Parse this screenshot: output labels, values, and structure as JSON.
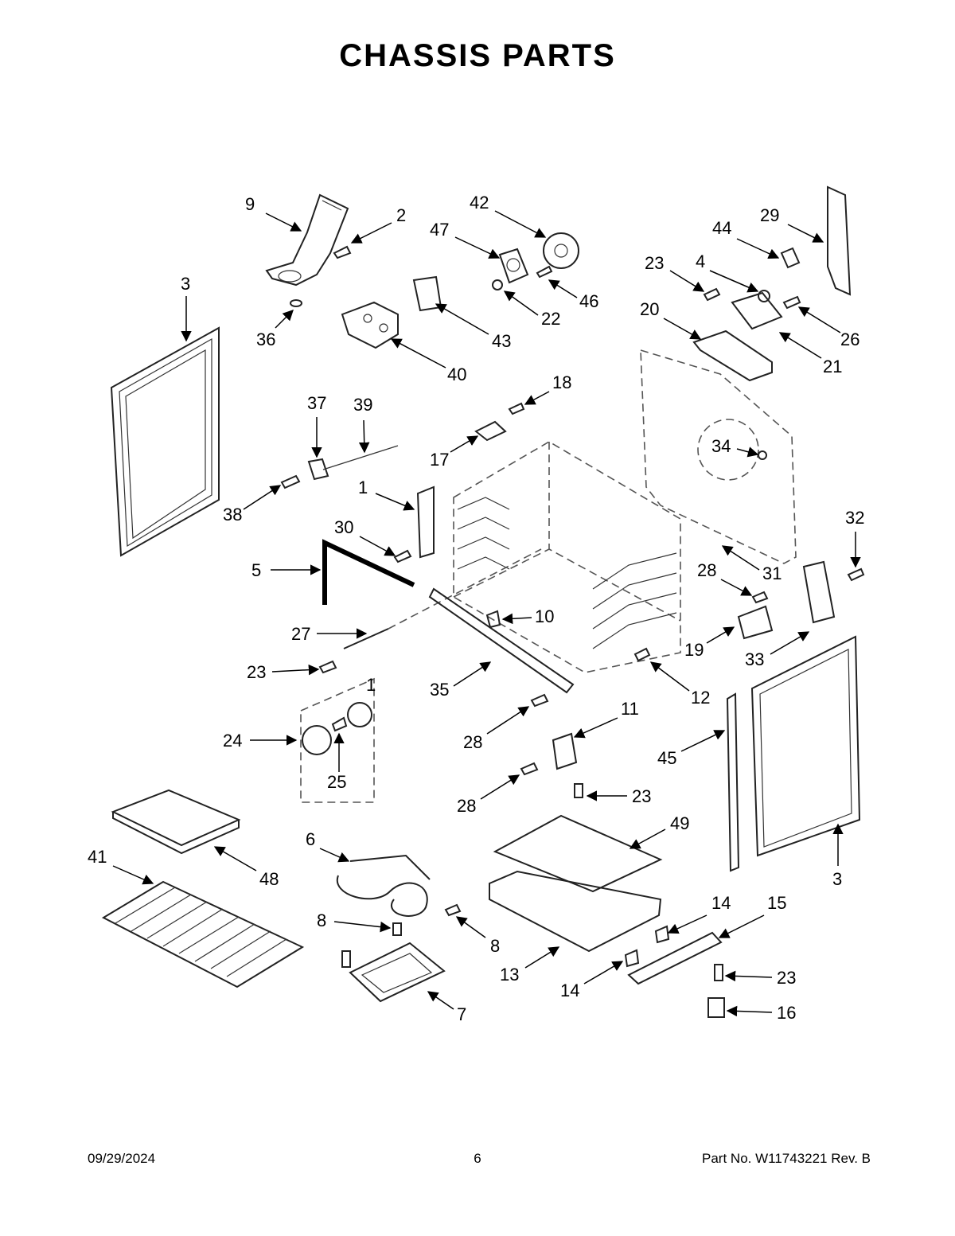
{
  "title": "CHASSIS PARTS",
  "footer": {
    "date": "09/29/2024",
    "page": "6",
    "part_no": "Part No.  W11743221  Rev.  B"
  },
  "callouts": [
    {
      "id": "c9",
      "label": "9"
    },
    {
      "id": "c2",
      "label": "2"
    },
    {
      "id": "c42",
      "label": "42"
    },
    {
      "id": "c47",
      "label": "47"
    },
    {
      "id": "c29",
      "label": "29"
    },
    {
      "id": "c44",
      "label": "44"
    },
    {
      "id": "c3a",
      "label": "3"
    },
    {
      "id": "c23a",
      "label": "23"
    },
    {
      "id": "c4",
      "label": "4"
    },
    {
      "id": "c46",
      "label": "46"
    },
    {
      "id": "c22",
      "label": "22"
    },
    {
      "id": "c20",
      "label": "20"
    },
    {
      "id": "c26",
      "label": "26"
    },
    {
      "id": "c36",
      "label": "36"
    },
    {
      "id": "c43",
      "label": "43"
    },
    {
      "id": "c21",
      "label": "21"
    },
    {
      "id": "c40",
      "label": "40"
    },
    {
      "id": "c18",
      "label": "18"
    },
    {
      "id": "c37",
      "label": "37"
    },
    {
      "id": "c39",
      "label": "39"
    },
    {
      "id": "c34",
      "label": "34"
    },
    {
      "id": "c17",
      "label": "17"
    },
    {
      "id": "c1a",
      "label": "1"
    },
    {
      "id": "c38",
      "label": "38"
    },
    {
      "id": "c32",
      "label": "32"
    },
    {
      "id": "c30",
      "label": "30"
    },
    {
      "id": "c5",
      "label": "5"
    },
    {
      "id": "c28a",
      "label": "28"
    },
    {
      "id": "c31",
      "label": "31"
    },
    {
      "id": "c10",
      "label": "10"
    },
    {
      "id": "c27",
      "label": "27"
    },
    {
      "id": "c19",
      "label": "19"
    },
    {
      "id": "c33",
      "label": "33"
    },
    {
      "id": "c23b",
      "label": "23"
    },
    {
      "id": "c1b",
      "label": "1"
    },
    {
      "id": "c35",
      "label": "35"
    },
    {
      "id": "c12",
      "label": "12"
    },
    {
      "id": "c11",
      "label": "11"
    },
    {
      "id": "c24",
      "label": "24"
    },
    {
      "id": "c28b",
      "label": "28"
    },
    {
      "id": "c45",
      "label": "45"
    },
    {
      "id": "c25",
      "label": "25"
    },
    {
      "id": "c28c",
      "label": "28"
    },
    {
      "id": "c23c",
      "label": "23"
    },
    {
      "id": "c49",
      "label": "49"
    },
    {
      "id": "c6",
      "label": "6"
    },
    {
      "id": "c41",
      "label": "41"
    },
    {
      "id": "c48",
      "label": "48"
    },
    {
      "id": "c3b",
      "label": "3"
    },
    {
      "id": "c8a",
      "label": "8"
    },
    {
      "id": "c8b",
      "label": "8"
    },
    {
      "id": "c14a",
      "label": "14"
    },
    {
      "id": "c15",
      "label": "15"
    },
    {
      "id": "c13",
      "label": "13"
    },
    {
      "id": "c14b",
      "label": "14"
    },
    {
      "id": "c23d",
      "label": "23"
    },
    {
      "id": "c7",
      "label": "7"
    },
    {
      "id": "c16",
      "label": "16"
    }
  ]
}
